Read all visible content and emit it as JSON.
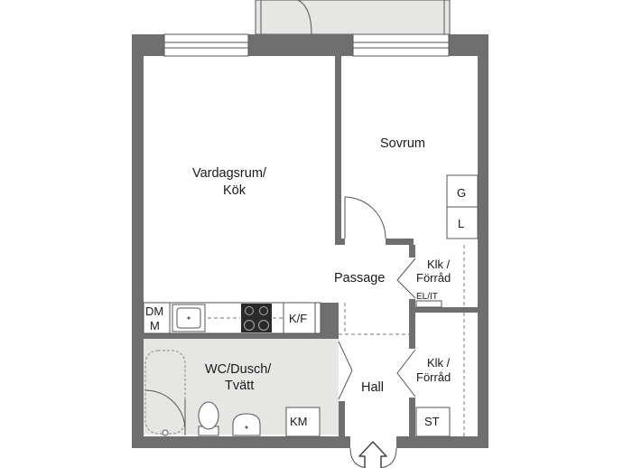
{
  "rooms": {
    "living_line1": "Vardagsrum/",
    "living_line2": "Kök",
    "bedroom": "Sovrum",
    "passage": "Passage",
    "hall": "Hall",
    "bath_line1": "WC/Dusch/",
    "bath_line2": "Tvätt",
    "closet1_line1": "Klk /",
    "closet1_line2": "Förråd",
    "closet2_line1": "Klk /",
    "closet2_line2": "Förråd"
  },
  "fixtures": {
    "g": "G",
    "l": "L",
    "dm": "DM",
    "m": "M",
    "kf": "K/F",
    "km": "KM",
    "st": "ST",
    "elit": "EL/IT"
  },
  "colors": {
    "wall": "#6f6f6f",
    "bathroom_floor": "#e6e6e4",
    "balcony": "#e6e6e4"
  }
}
